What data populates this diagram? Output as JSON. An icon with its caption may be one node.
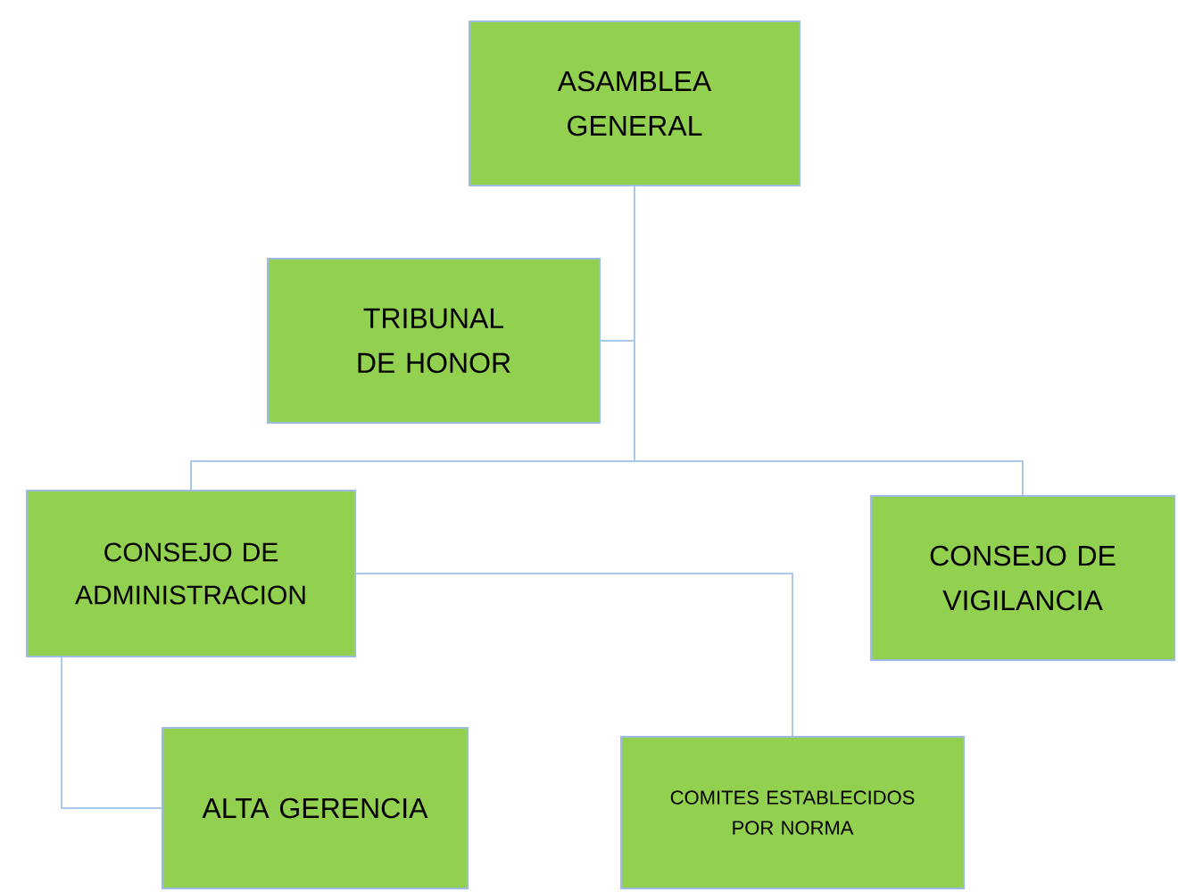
{
  "diagram": {
    "nodes": [
      {
        "text": [
          "ASAMBLEA GENERAL"
        ]
      },
      {
        "text": [
          "TRIBUNAL DE HONOR"
        ]
      },
      {
        "text": [
          "CONSEJO DE ADMINISTRACION"
        ]
      },
      {
        "text": [
          "CONSEJO DE VIGILANCIA"
        ]
      },
      {
        "text": [
          "ALTA GERENCIA"
        ]
      },
      {
        "text": [
          "COMITES ESTABLECIDOS POR NORMA"
        ]
      }
    ],
    "edges": [
      {
        "from": 0,
        "to": 1,
        "arrow": "none"
      },
      {
        "from": 0,
        "to": 2,
        "arrow": "none"
      },
      {
        "from": 0,
        "to": 3,
        "arrow": "none"
      },
      {
        "from": 2,
        "to": 4,
        "arrow": "none"
      },
      {
        "from": 2,
        "to": 5,
        "arrow": "none"
      }
    ]
  }
}
